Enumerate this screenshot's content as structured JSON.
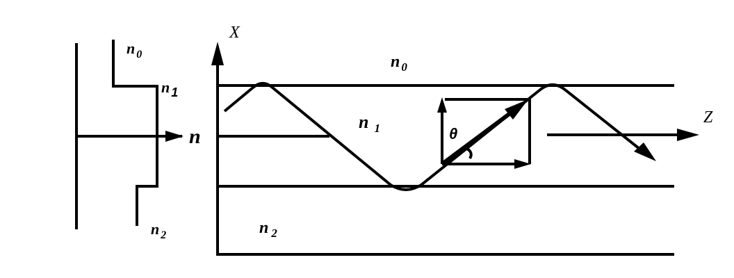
{
  "diagram": {
    "profile": {
      "axis_label": "n",
      "labels": {
        "n0_base": "n",
        "n0_sub": "0",
        "n1_base": "n",
        "n1_sub": "1",
        "n2_base": "n",
        "n2_sub": "2"
      }
    },
    "waveguide": {
      "x_axis_label": "X",
      "z_axis_label": "Z",
      "angle_label": "θ",
      "labels": {
        "n0_base": "n",
        "n0_sub": "0",
        "n1_base": "n",
        "n1_sub": "1",
        "n2_base": "n",
        "n2_sub": "2"
      }
    }
  }
}
